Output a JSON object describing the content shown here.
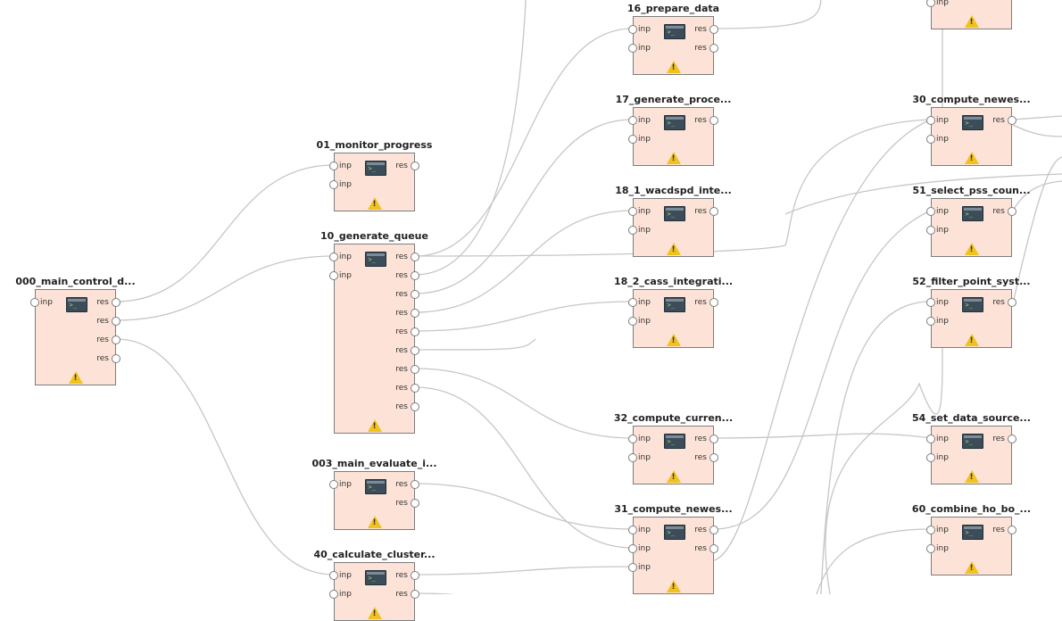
{
  "canvas": {
    "wire_color": "#c6c6c6",
    "operator_fill": "#fde3d7",
    "warning_color": "#f1c21b"
  },
  "operators": [
    {
      "id": "op1",
      "name": "000_main_control_d...",
      "inputs": [
        "inp"
      ],
      "outputs": [
        "res",
        "res",
        "res",
        "res"
      ]
    },
    {
      "id": "op2",
      "name": "01_monitor_progress",
      "inputs": [
        "inp",
        "inp"
      ],
      "outputs": [
        "res"
      ]
    },
    {
      "id": "op3",
      "name": "10_generate_queue",
      "inputs": [
        "inp",
        "inp"
      ],
      "outputs": [
        "res",
        "res",
        "res",
        "res",
        "res",
        "res",
        "res",
        "res",
        "res"
      ]
    },
    {
      "id": "op4",
      "name": "003_main_evaluate_i...",
      "inputs": [
        "inp"
      ],
      "outputs": [
        "res",
        "res"
      ]
    },
    {
      "id": "op5",
      "name": "40_calculate_cluster...",
      "inputs": [
        "inp",
        "inp"
      ],
      "outputs": [
        "res",
        "res"
      ]
    },
    {
      "id": "op6",
      "name": "16_prepare_data",
      "inputs": [
        "inp",
        "inp"
      ],
      "outputs": [
        "res",
        "res"
      ]
    },
    {
      "id": "op7",
      "name": "17_generate_proce...",
      "inputs": [
        "inp",
        "inp"
      ],
      "outputs": [
        "res"
      ]
    },
    {
      "id": "op8",
      "name": "18_1_wacdspd_inte...",
      "inputs": [
        "inp",
        "inp"
      ],
      "outputs": [
        "res"
      ]
    },
    {
      "id": "op9",
      "name": "18_2_cass_integrati...",
      "inputs": [
        "inp",
        "inp"
      ],
      "outputs": [
        "res"
      ]
    },
    {
      "id": "op10",
      "name": "32_compute_curren...",
      "inputs": [
        "inp",
        "inp"
      ],
      "outputs": [
        "res",
        "res"
      ]
    },
    {
      "id": "op11",
      "name": "31_compute_newes...",
      "inputs": [
        "inp",
        "inp",
        "inp"
      ],
      "outputs": [
        "res",
        "res"
      ]
    },
    {
      "id": "op12",
      "name": "",
      "inputs": [
        "inp"
      ],
      "outputs": []
    },
    {
      "id": "op13",
      "name": "30_compute_newes...",
      "inputs": [
        "inp",
        "inp"
      ],
      "outputs": [
        "res"
      ]
    },
    {
      "id": "op14",
      "name": "51_select_pss_coun...",
      "inputs": [
        "inp",
        "inp"
      ],
      "outputs": [
        "res"
      ]
    },
    {
      "id": "op15",
      "name": "52_filter_point_syst...",
      "inputs": [
        "inp",
        "inp"
      ],
      "outputs": [
        "res"
      ]
    },
    {
      "id": "op16",
      "name": "54_set_data_source...",
      "inputs": [
        "inp",
        "inp"
      ],
      "outputs": [
        "res"
      ]
    },
    {
      "id": "op17",
      "name": "60_combine_ho_bo_...",
      "inputs": [
        "inp",
        "inp"
      ],
      "outputs": [
        "res"
      ]
    }
  ]
}
